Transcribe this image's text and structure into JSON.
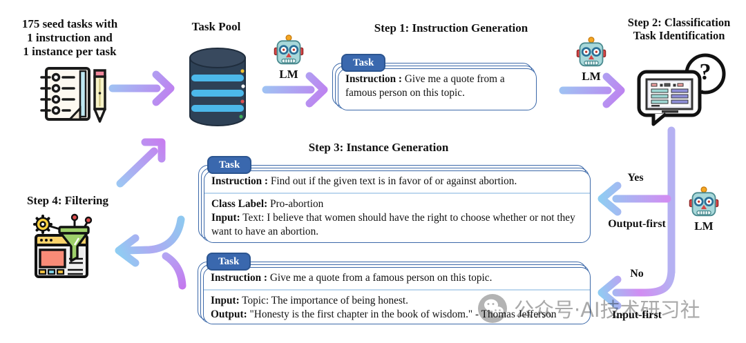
{
  "seed": {
    "line1": "175 seed tasks with",
    "line2": "1 instruction and",
    "line3": "1 instance per task"
  },
  "task_pool_label": "Task Pool",
  "lm_label": "LM",
  "step1": {
    "title": "Step 1: Instruction Generation"
  },
  "step2": {
    "title1": "Step 2: Classification",
    "title2": "Task Identification"
  },
  "step3": {
    "title": "Step 3: Instance Generation"
  },
  "step4": {
    "title": "Step 4: Filtering"
  },
  "card_tab": "Task",
  "step1_card": {
    "instruction_label": "Instruction :",
    "instruction_text": " Give me a quote from a famous person on this topic."
  },
  "step3_card_a": {
    "instruction_label": "Instruction :",
    "instruction_text": " Find out if the given text is in favor of or against abortion.",
    "class_label": "Class Label:",
    "class_text": " Pro-abortion",
    "input_label": "Input:",
    "input_text": " Text: I believe that women should have the right to choose whether or not they want to have an abortion."
  },
  "step3_card_b": {
    "instruction_label": "Instruction :",
    "instruction_text": " Give me a quote from a famous person on this topic.",
    "input_label": "Input:",
    "input_text": " Topic: The importance of being honest.",
    "output_label": "Output:",
    "output_text": " \"Honesty is the first chapter in the book of wisdom.\" - Thomas Jefferson"
  },
  "branch": {
    "yes": "Yes",
    "output_first": "Output-first",
    "no": "No",
    "input_first": "Input-first"
  },
  "question_mark": "?",
  "watermark": {
    "text": "公众号·AI技术研习社"
  },
  "colors": {
    "arrow_blue": "#9cc8f3",
    "arrow_purple": "#c07ef0",
    "line_lavender": "#b5b1f2",
    "branch_pink": "#d18df2",
    "branch_head_blue": "#8fcdf2",
    "tab_blue": "#3a68ae",
    "card_border": "#3a67a8",
    "divider_blue": "#bdd7ee",
    "db_navy": "#2e4156",
    "db_cyan": "#4cb8ea",
    "funnel_green": "#9ed06a",
    "gear_yellow": "#ffd23f"
  }
}
